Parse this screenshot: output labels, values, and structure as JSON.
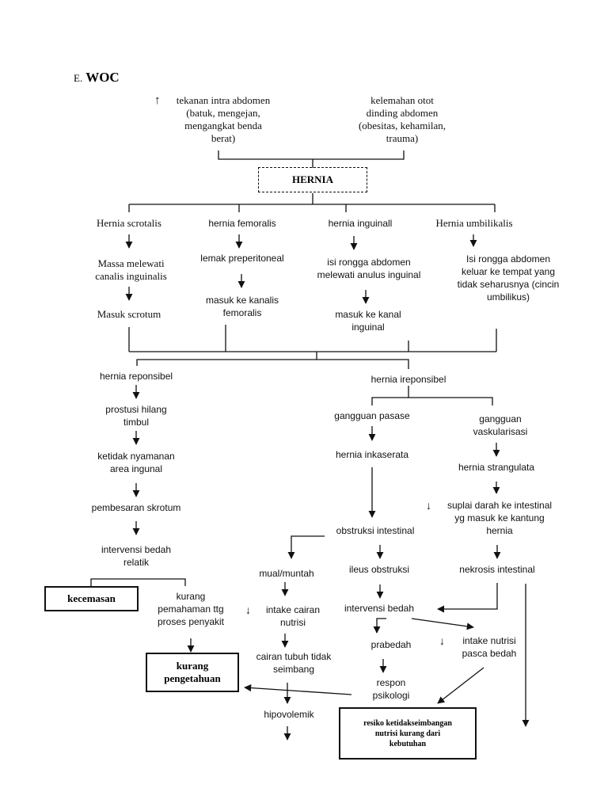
{
  "title": {
    "prefix": "E.",
    "main": "WOC"
  },
  "causes": {
    "pressure": {
      "arrow": "↑",
      "text": "tekanan intra abdomen\n(batuk, mengejan,\nmengangkat benda\nberat)"
    },
    "weakness": "kelemahan otot\ndinding abdomen\n(obesitas, kehamilan,\ntrauma)"
  },
  "hernia": "HERNIA",
  "types": {
    "scrotalis": {
      "title": "Hernia scrotalis",
      "step1": "Massa melewati\ncanalis inguinalis",
      "step2": "Masuk scrotum"
    },
    "femoralis": {
      "title": "hernia femoralis",
      "step1": "lemak preperitoneal",
      "step2": "masuk ke kanalis\nfemoralis"
    },
    "inguinal": {
      "title": "hernia inguinall",
      "step1": "isi rongga abdomen\nmelewati anulus inguinal",
      "step2": "masuk ke kanal\ninguinal"
    },
    "umbilikalis": {
      "title": "Hernia umbilikalis",
      "step1": "Isi rongga abdomen\nkeluar ke tempat yang\ntidak seharusnya (cincin\numbilikus)"
    }
  },
  "reponsibel": {
    "title": "hernia reponsibel",
    "s1": "prostusi hilang\ntimbul",
    "s2": "ketidak nyamanan\narea ingunal",
    "s3": "pembesaran skrotum",
    "s4": "intervensi bedah\nrelatik",
    "kecemasan": "kecemasan",
    "kurang_pemahaman": "kurang\npemahaman ttg\nproses penyakit",
    "kurang_pengetahuan": "kurang\npengetahuan"
  },
  "ireponsibel": {
    "title": "hernia ireponsibel",
    "pasase": "gangguan pasase",
    "inkaserata": "hernia inkaserata",
    "vaskular": "gangguan\nvaskularisasi",
    "strangulata": "hernia strangulata",
    "suplai": {
      "arrow": "↓",
      "text": "suplai darah ke intestinal\nyg masuk ke kantung\nhernia"
    },
    "obstruksi": "obstruksi intestinal",
    "mual": "mual/muntah",
    "intake_cairan": {
      "arrow": "↓",
      "text": "intake cairan\nnutrisi"
    },
    "cairan": "cairan tubuh tidak\nseimbang",
    "hipovolemik": "hipovolemik",
    "ileus": "ileus obstruksi",
    "intervensi": "intervensi bedah",
    "prabedah": "prabedah",
    "respon": "respon\npsikologi",
    "intake_nutrisi": {
      "arrow": "↓",
      "text": "intake nutrisi\npasca bedah"
    },
    "nekrosis": "nekrosis intestinal",
    "resiko": "resiko ketidakseimbangan\nnutrisi kurang dari\nkebutuhan"
  }
}
